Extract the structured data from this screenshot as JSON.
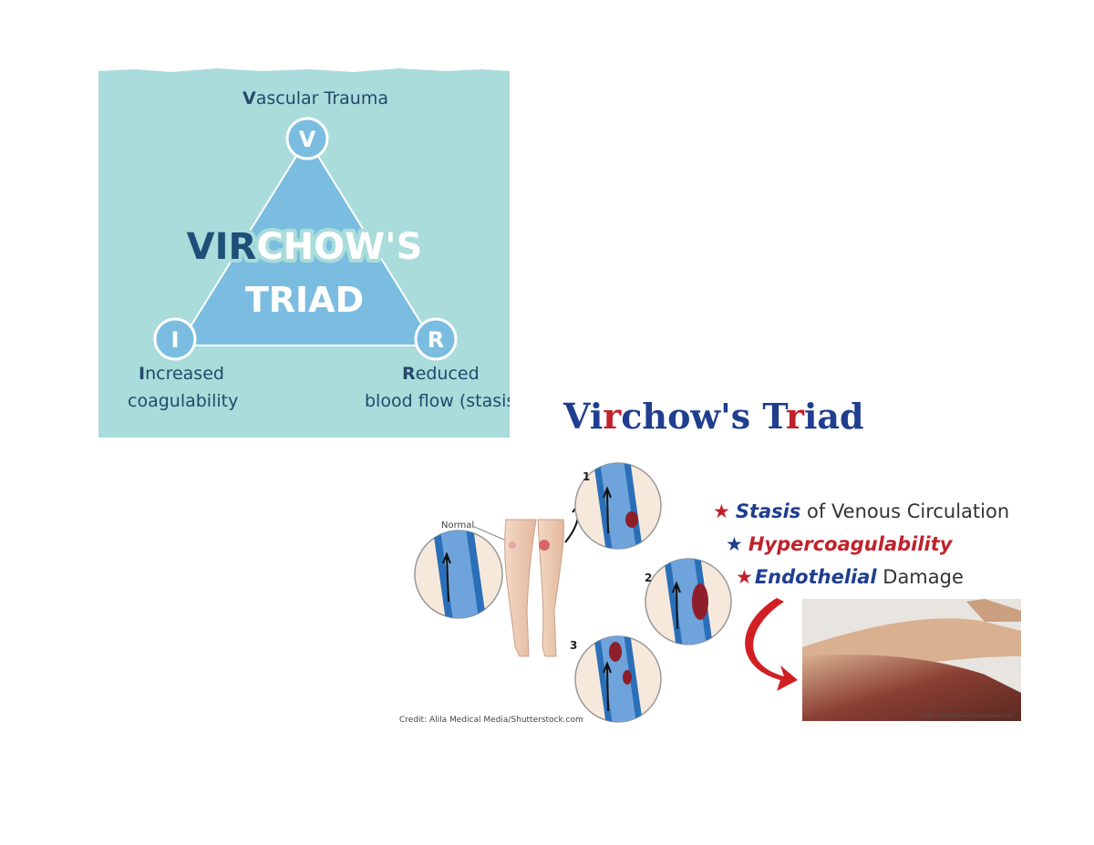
{
  "left_panel": {
    "nodes": {
      "v": {
        "letter": "V",
        "caption_initial": "V",
        "caption_rest": "ascular Trauma"
      },
      "i": {
        "letter": "I",
        "caption_initial": "I",
        "caption_rest": "ncreased",
        "caption_line2": "coagulability"
      },
      "r": {
        "letter": "R",
        "caption_initial": "R",
        "caption_rest": "educed",
        "caption_line2": "blood flow (stasis)"
      }
    },
    "title_part1": "VIR",
    "title_part2": "CHOW'S",
    "title_line2": "TRIAD",
    "colors": {
      "background": "#a9dcda",
      "triangle": "#7bbde0",
      "node": "#7bbde0",
      "text_dark": "#24496b",
      "title_dark": "#1e4f78"
    }
  },
  "right_panel": {
    "title_v": "Vi",
    "title_r1": "r",
    "title_mid": "chow's ",
    "title_t": "T",
    "title_r2": "r",
    "title_iad": "iad",
    "normal_label": "Normal",
    "step_labels": [
      "1",
      "2",
      "3"
    ],
    "items": [
      {
        "star": "★",
        "emph": "Stasis",
        "rest": " of Venous Circulation"
      },
      {
        "star": "★",
        "emph": "Hypercoagulability",
        "rest": ""
      },
      {
        "star": "★",
        "emph": "Endothelial",
        "rest": " Damage"
      }
    ],
    "credit_left": "Credit: Alila Medical Media/Shutterstock.com",
    "credit_right": "Credit: Cara Heyman/SouthernBlack.com",
    "colors": {
      "blue": "#1f3e8f",
      "red": "#c0222b",
      "vessel": "#2b6fb8"
    }
  }
}
